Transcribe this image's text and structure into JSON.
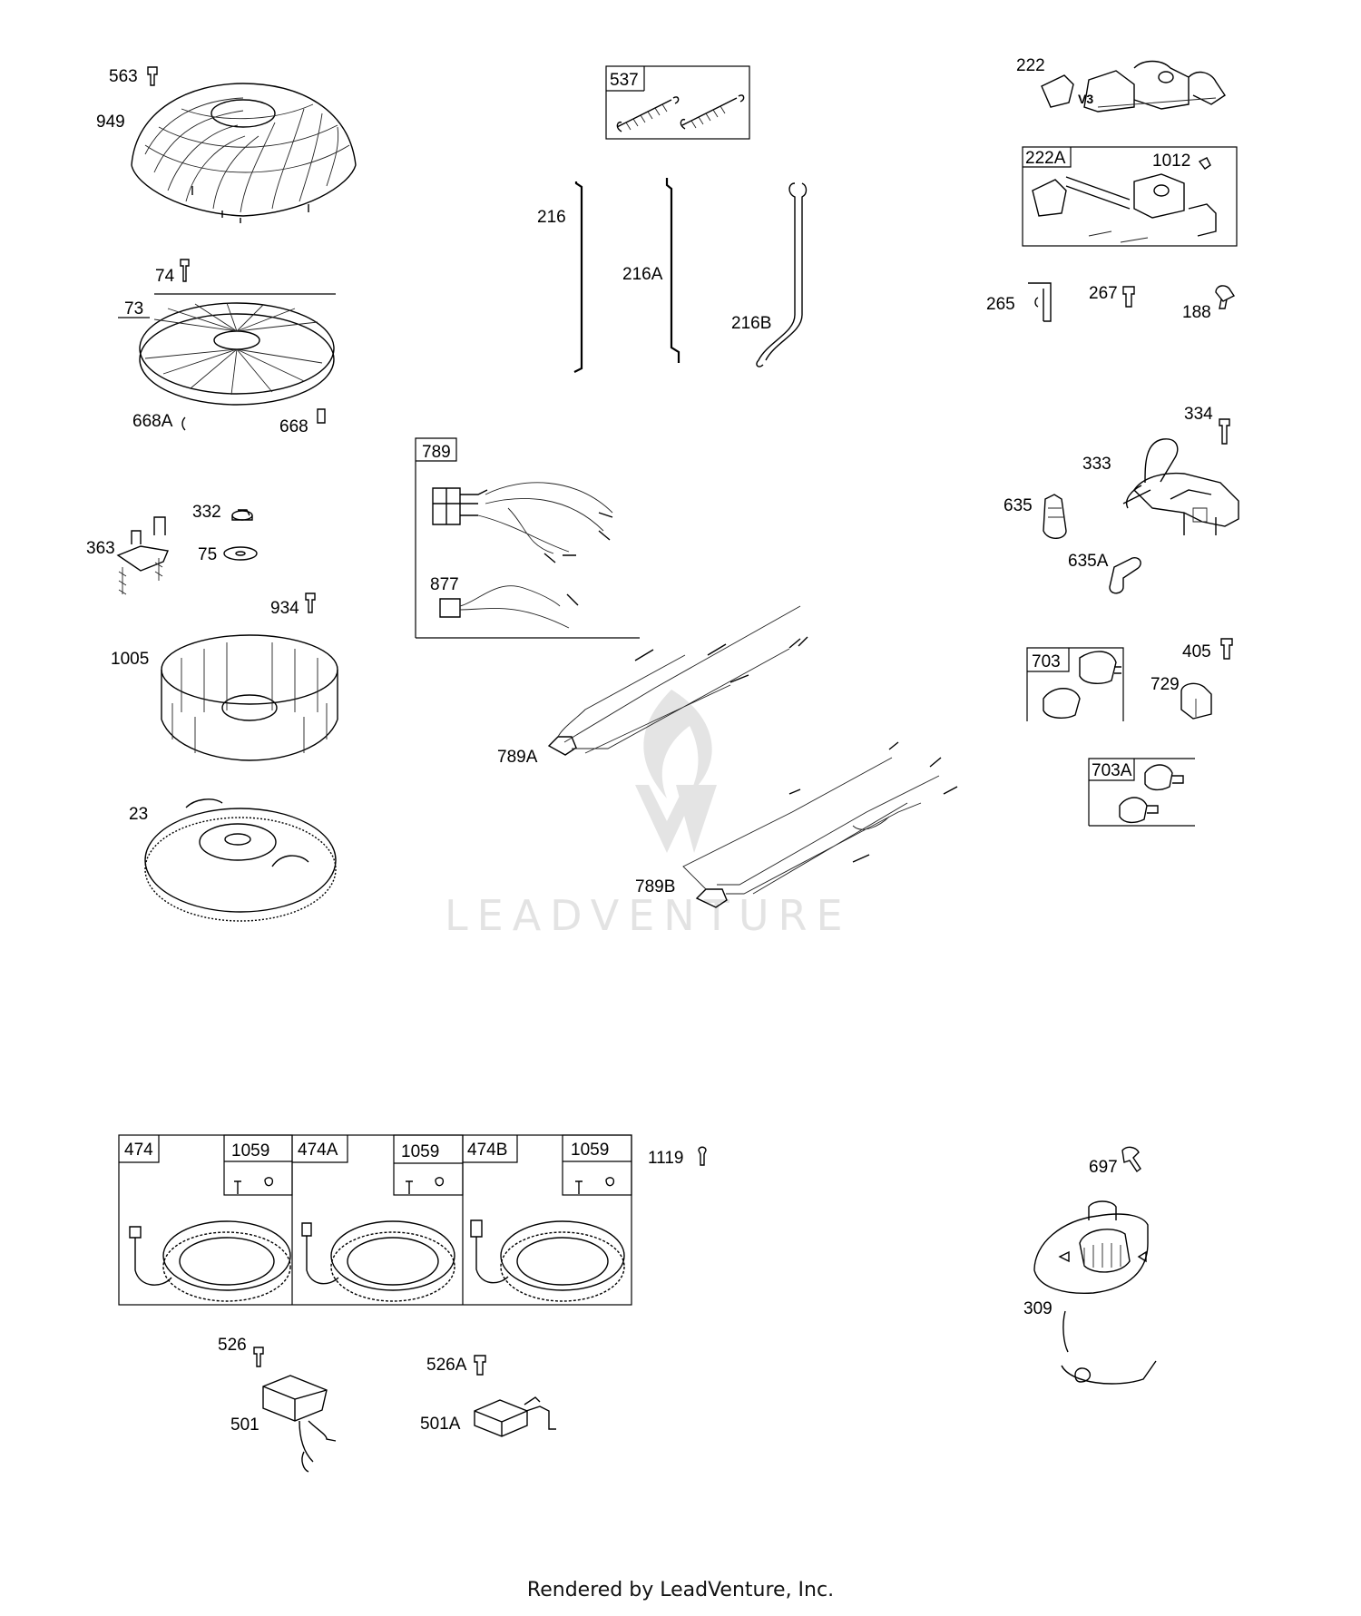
{
  "labels": {
    "p563": "563",
    "p949": "949",
    "p74": "74",
    "p73": "73",
    "p668A": "668A",
    "p668": "668",
    "p332": "332",
    "p363": "363",
    "p75": "75",
    "p934": "934",
    "p1005": "1005",
    "p23": "23",
    "p537": "537",
    "p216": "216",
    "p216A": "216A",
    "p216B": "216B",
    "p789": "789",
    "p877": "877",
    "p789A": "789A",
    "p789B": "789B",
    "p222": "222",
    "p222_mark": "V3",
    "p222A": "222A",
    "p1012": "1012",
    "p265": "265",
    "p267": "267",
    "p188": "188",
    "p334": "334",
    "p333": "333",
    "p635": "635",
    "p635A": "635A",
    "p703": "703",
    "p405": "405",
    "p729": "729",
    "p703A": "703A",
    "p474": "474",
    "p1059_a": "1059",
    "p474A": "474A",
    "p1059_b": "1059",
    "p474B": "474B",
    "p1059_c": "1059",
    "p1119": "1119",
    "p526": "526",
    "p501": "501",
    "p526A": "526A",
    "p501A": "501A",
    "p697": "697",
    "p309": "309"
  },
  "watermark": "LEADVENTURE",
  "footer": "Rendered by LeadVenture, Inc."
}
